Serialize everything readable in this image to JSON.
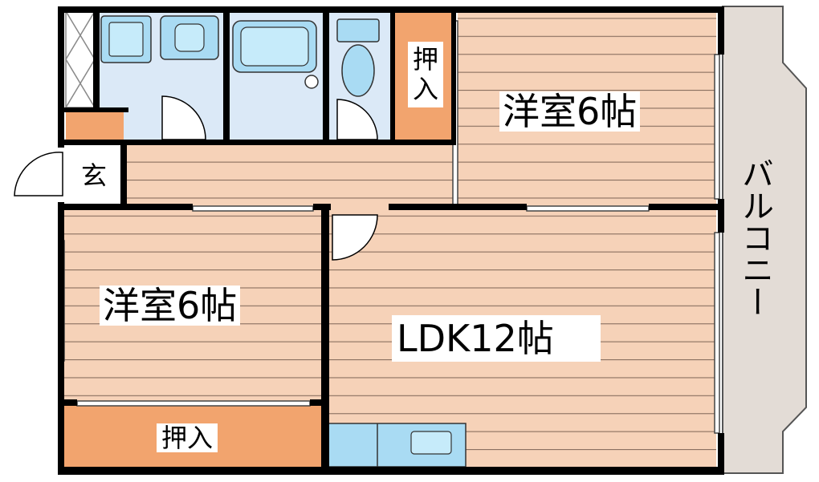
{
  "floor_plan": {
    "rooms": {
      "bedroom_upper": {
        "label": "洋室6帖"
      },
      "bedroom_lower": {
        "label": "洋室6帖"
      },
      "ldk": {
        "label": "LDK12帖"
      },
      "closet_upper": {
        "label": "押入"
      },
      "closet_lower": {
        "label": "押入"
      },
      "entrance": {
        "label": "玄"
      },
      "balcony": {
        "label": "バルコニー"
      }
    },
    "colors": {
      "floor": "#f6d2b8",
      "floor_lines": "#8a7060",
      "wet_area": "#dbe9f7",
      "fixture": "#a9dbf3",
      "closet": "#f2a46e",
      "balcony": "#e3dcd6",
      "wall": "#000000",
      "background": "#ffffff"
    }
  }
}
